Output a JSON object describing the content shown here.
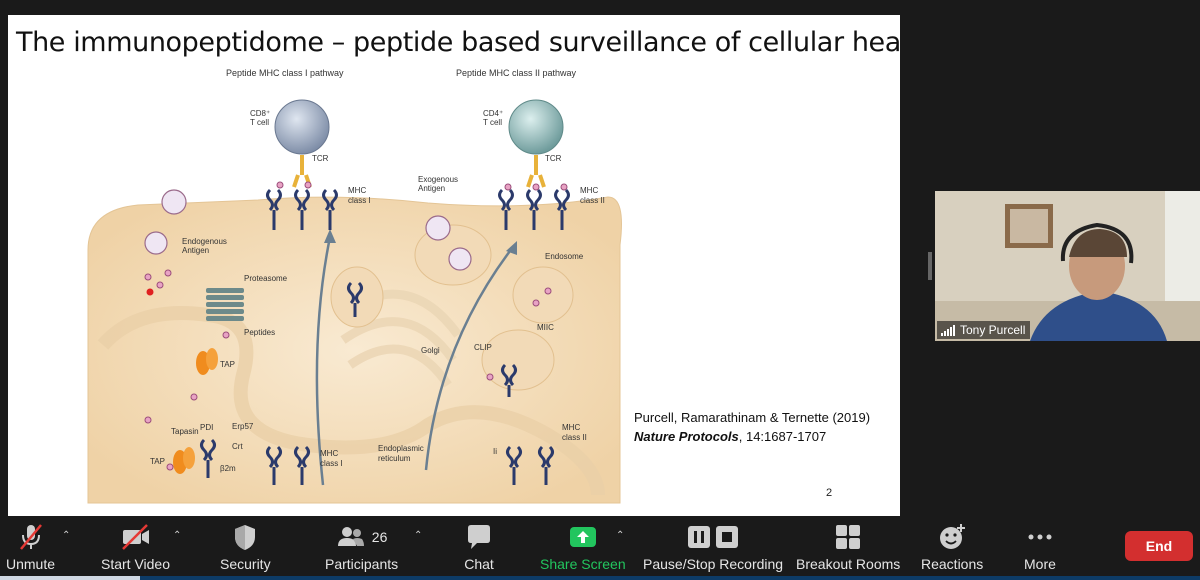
{
  "slide": {
    "title": "The immunopeptidome – peptide based surveillance of cellular health",
    "number": "2",
    "citation_authors": "Purcell, Ramarathinam & Ternette (2019)",
    "citation_journal": "Nature Protocols",
    "citation_ref": ", 14:1687-1707"
  },
  "diagram": {
    "pathway_1": "Peptide MHC class I pathway",
    "pathway_2": "Peptide MHC class II pathway",
    "cd8": "CD8⁺",
    "cd8_cell": "T cell",
    "cd4": "CD4⁺",
    "cd4_cell": "T cell",
    "tcr_1": "TCR",
    "tcr_2": "TCR",
    "mhc1_top_a": "MHC",
    "mhc1_top_b": "class I",
    "mhc2_top_a": "MHC",
    "mhc2_top_b": "class II",
    "exogenous_a": "Exogenous",
    "exogenous_b": "Antigen",
    "endogenous_a": "Endogenous",
    "endogenous_b": "Antigen",
    "proteasome": "Proteasome",
    "peptides": "Peptides",
    "tap_1": "TAP",
    "tap_2": "TAP",
    "endosome": "Endosome",
    "miic": "MIIC",
    "clip": "CLIP",
    "golgi": "Golgi",
    "tapasin": "Tapasin",
    "pdi": "PDI",
    "erp57": "Erp57",
    "crt": "Crt",
    "b2m": "β2m",
    "mhc1_er_a": "MHC",
    "mhc1_er_b": "class I",
    "er_a": "Endoplasmic",
    "er_b": "reticulum",
    "ii": "Ii",
    "mhc2_er_a": "MHC",
    "mhc2_er_b": "class II"
  },
  "video": {
    "participant_name": "Tony Purcell"
  },
  "toolbar": {
    "unmute": "Unmute",
    "start_video": "Start Video",
    "security": "Security",
    "participants_count": "26",
    "participants": "Participants",
    "chat": "Chat",
    "share_screen": "Share Screen",
    "record": "Pause/Stop Recording",
    "breakout": "Breakout Rooms",
    "reactions": "Reactions",
    "more": "More",
    "end": "End"
  },
  "colors": {
    "background": "#1a1a1a",
    "share_green": "#22c55e",
    "end_red": "#d32f2f",
    "cell_tan": "#f3dcb8",
    "mhc_navy": "#2b3a6b"
  }
}
